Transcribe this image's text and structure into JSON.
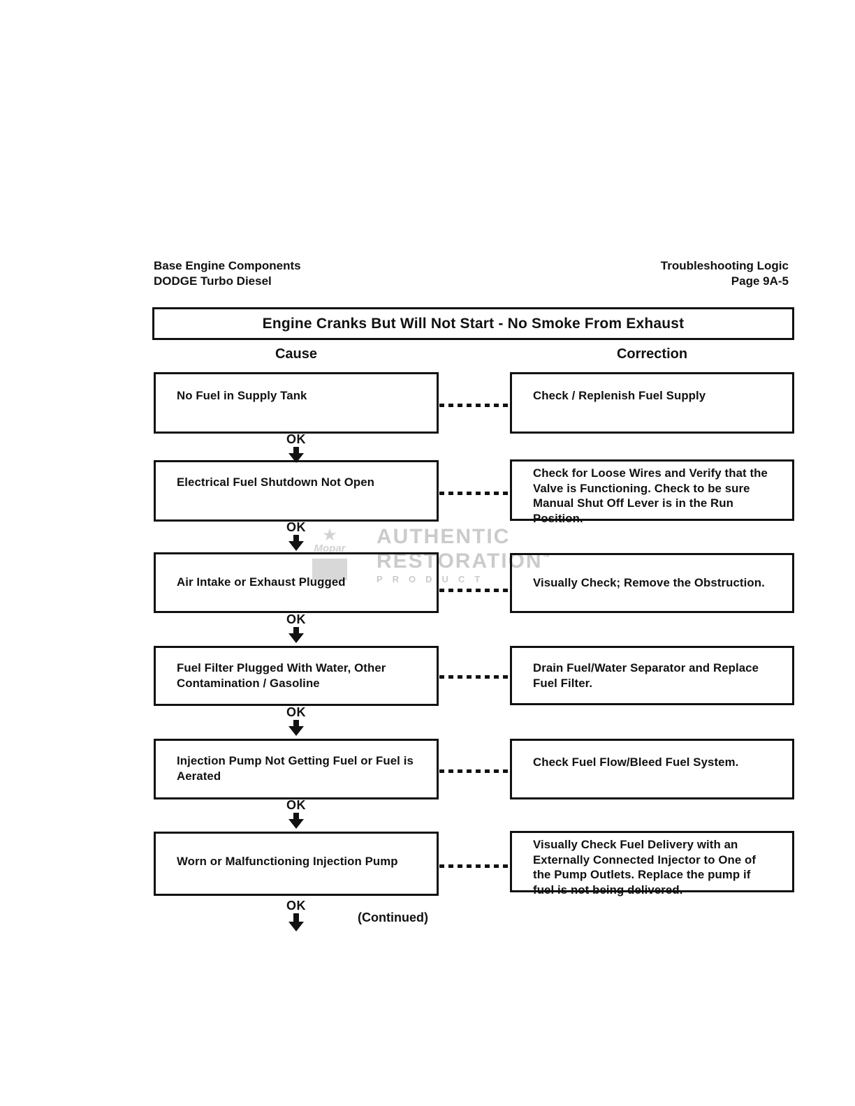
{
  "header": {
    "left_line1": "Base Engine Components",
    "left_line2": "DODGE Turbo Diesel",
    "right_line1": "Troubleshooting Logic",
    "right_line2": "Page 9A-5"
  },
  "title": "Engine Cranks But Will Not Start - No Smoke From Exhaust",
  "columns": {
    "cause_label": "Cause",
    "correction_label": "Correction"
  },
  "ok_label": "OK",
  "continued_label": "(Continued)",
  "rows": [
    {
      "cause": "No Fuel in Supply Tank",
      "correction": "Check / Replenish Fuel Supply"
    },
    {
      "cause": "Electrical Fuel Shutdown Not Open",
      "correction": "Check for Loose Wires and Verify that the Valve is Functioning. Check to be sure Manual Shut Off Lever is in the Run Position."
    },
    {
      "cause": "Air Intake or Exhaust Plugged",
      "correction": "Visually Check; Remove the Obstruction."
    },
    {
      "cause": "Fuel Filter Plugged With Water, Other Contamination / Gasoline",
      "correction": "Drain Fuel/Water Separator and Replace Fuel Filter."
    },
    {
      "cause": "Injection Pump Not Getting Fuel or Fuel is Aerated",
      "correction": "Check Fuel Flow/Bleed Fuel System."
    },
    {
      "cause": "Worn or Malfunctioning Injection Pump",
      "correction": "Visually Check Fuel Delivery with an Externally Connected Injector to One of the Pump Outlets. Replace the pump if fuel is not being delivered."
    }
  ],
  "watermark": {
    "line1": "AUTHENTIC",
    "line2": "RESTORATION",
    "trademark": "™",
    "line3": "PRODUCT",
    "logo_text": "Mopar",
    "star_icon": "★"
  },
  "colors": {
    "ink": "#111111",
    "watermark": "#cbcbcb"
  }
}
